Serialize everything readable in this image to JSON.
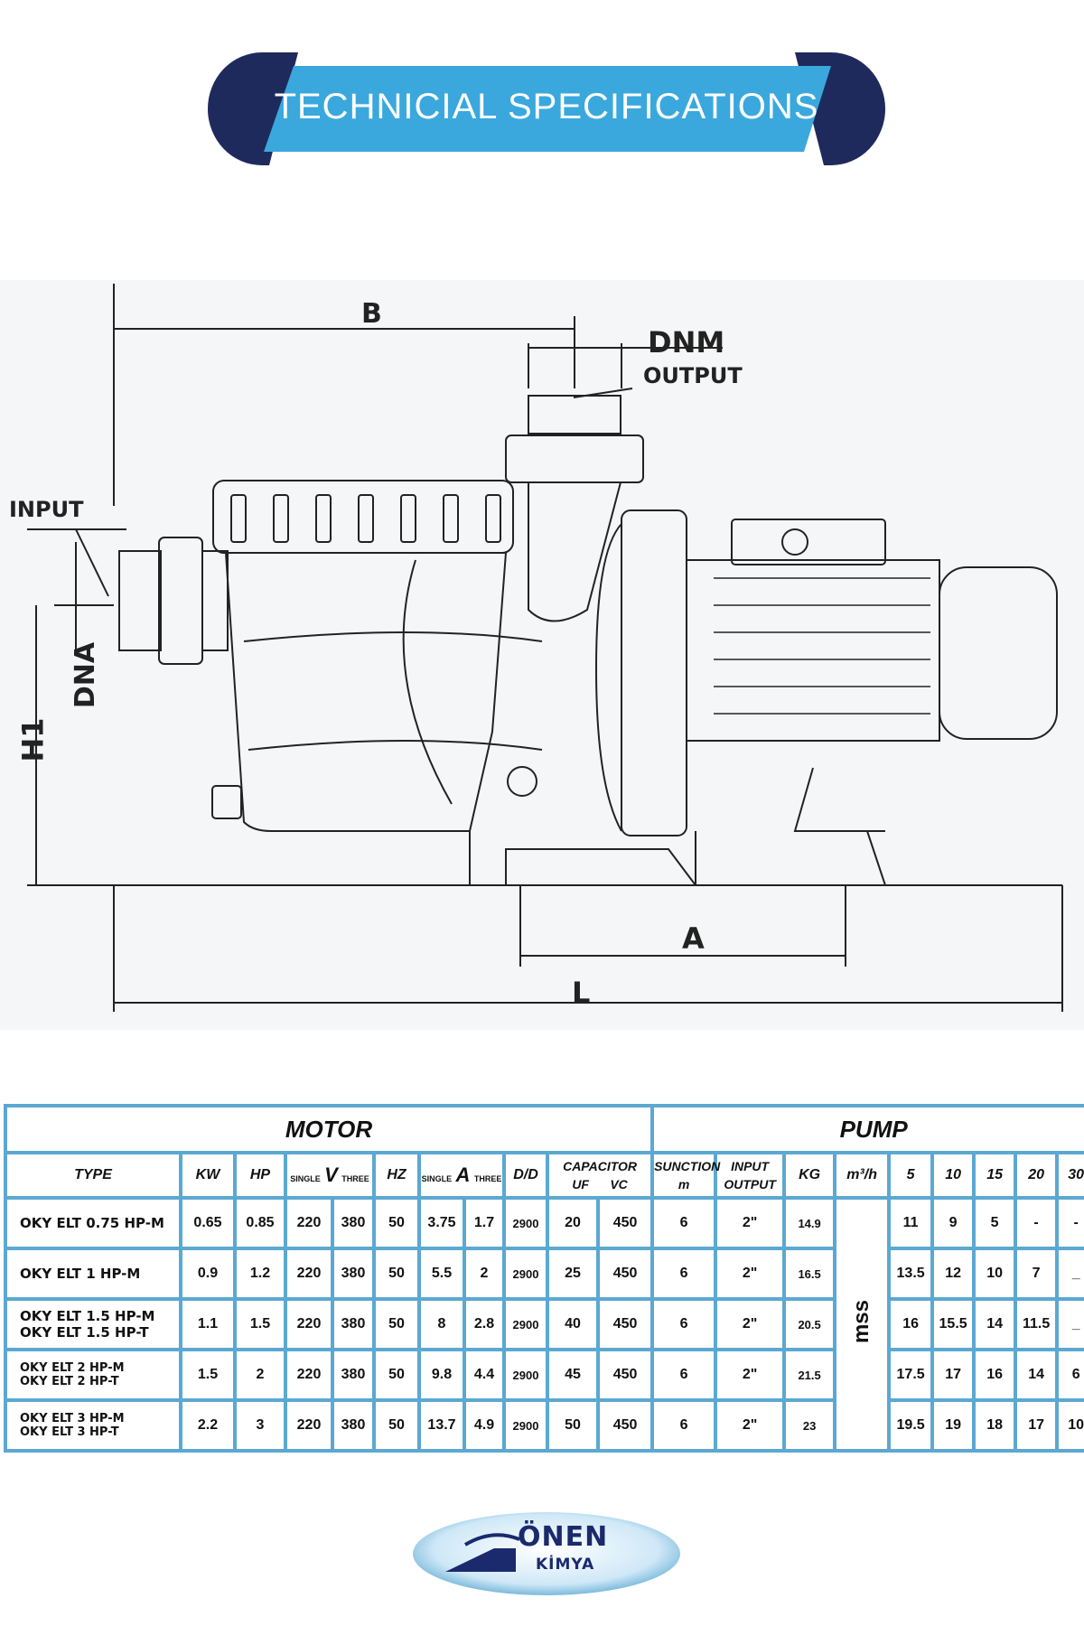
{
  "banner": {
    "title": "TECHNICIAL SPECIFICATIONS"
  },
  "drawing": {
    "labels": {
      "b": "B",
      "dnm": "DNM",
      "output": "OUTPUT",
      "input": "INPUT",
      "dna": "DNA",
      "h1": "H1",
      "a": "A",
      "l": "L"
    }
  },
  "table": {
    "group_motor": "MOTOR",
    "group_pump": "PUMP",
    "headers": {
      "type": "TYPE",
      "kw": "KW",
      "hp": "HP",
      "v": "V",
      "v_single": "SINGLE",
      "v_three": "THREE",
      "hz": "HZ",
      "a": "A",
      "a_single": "SINGLE",
      "a_three": "THREE",
      "dd": "D/D",
      "capacitor": "CAPACITOR",
      "uf": "UF",
      "vc": "VC",
      "sunction": "SUNCTION",
      "sunction_unit": "m",
      "input": "INPUT",
      "output": "OUTPUT",
      "kg": "KG",
      "flow_unit": "m³/h",
      "flows": [
        "5",
        "10",
        "15",
        "20",
        "30"
      ]
    },
    "mss": "mss",
    "rows": [
      {
        "type": [
          "OKY ELT 0.75 HP-M"
        ],
        "kw": "0.65",
        "hp": "0.85",
        "v_single": "220",
        "v_three": "380",
        "hz": "50",
        "a_single": "3.75",
        "a_three": "1.7",
        "dd": "2900",
        "uf": "20",
        "vc": "450",
        "sunction": "6",
        "io": "2\"",
        "kg": "14.9",
        "flows": [
          "11",
          "9",
          "5",
          "-",
          "-"
        ]
      },
      {
        "type": [
          "OKY ELT 1 HP-M"
        ],
        "kw": "0.9",
        "hp": "1.2",
        "v_single": "220",
        "v_three": "380",
        "hz": "50",
        "a_single": "5.5",
        "a_three": "2",
        "dd": "2900",
        "uf": "25",
        "vc": "450",
        "sunction": "6",
        "io": "2\"",
        "kg": "16.5",
        "flows": [
          "13.5",
          "12",
          "10",
          "7",
          "_"
        ]
      },
      {
        "type": [
          "OKY ELT 1.5 HP-M",
          "OKY ELT 1.5 HP-T"
        ],
        "kw": "1.1",
        "hp": "1.5",
        "v_single": "220",
        "v_three": "380",
        "hz": "50",
        "a_single": "8",
        "a_three": "2.8",
        "dd": "2900",
        "uf": "40",
        "vc": "450",
        "sunction": "6",
        "io": "2\"",
        "kg": "20.5",
        "flows": [
          "16",
          "15.5",
          "14",
          "11.5",
          "_"
        ]
      },
      {
        "type": [
          "OKY ELT 2 HP-M",
          "OKY ELT 2 HP-T"
        ],
        "kw": "1.5",
        "hp": "2",
        "v_single": "220",
        "v_three": "380",
        "hz": "50",
        "a_single": "9.8",
        "a_three": "4.4",
        "dd": "2900",
        "uf": "45",
        "vc": "450",
        "sunction": "6",
        "io": "2\"",
        "kg": "21.5",
        "flows": [
          "17.5",
          "17",
          "16",
          "14",
          "6"
        ]
      },
      {
        "type": [
          "OKY ELT 3 HP-M",
          "OKY ELT 3 HP-T"
        ],
        "kw": "2.2",
        "hp": "3",
        "v_single": "220",
        "v_three": "380",
        "hz": "50",
        "a_single": "13.7",
        "a_three": "4.9",
        "dd": "2900",
        "uf": "50",
        "vc": "450",
        "sunction": "6",
        "io": "2\"",
        "kg": "23",
        "flows": [
          "19.5",
          "19",
          "18",
          "17",
          "10"
        ]
      }
    ]
  },
  "logo": {
    "line1": "ÖNEN",
    "line2": "KİMYA"
  },
  "colors": {
    "banner_dark": "#1f2a5c",
    "banner_light": "#3aa8dd",
    "table_border": "#5ba8d2"
  }
}
